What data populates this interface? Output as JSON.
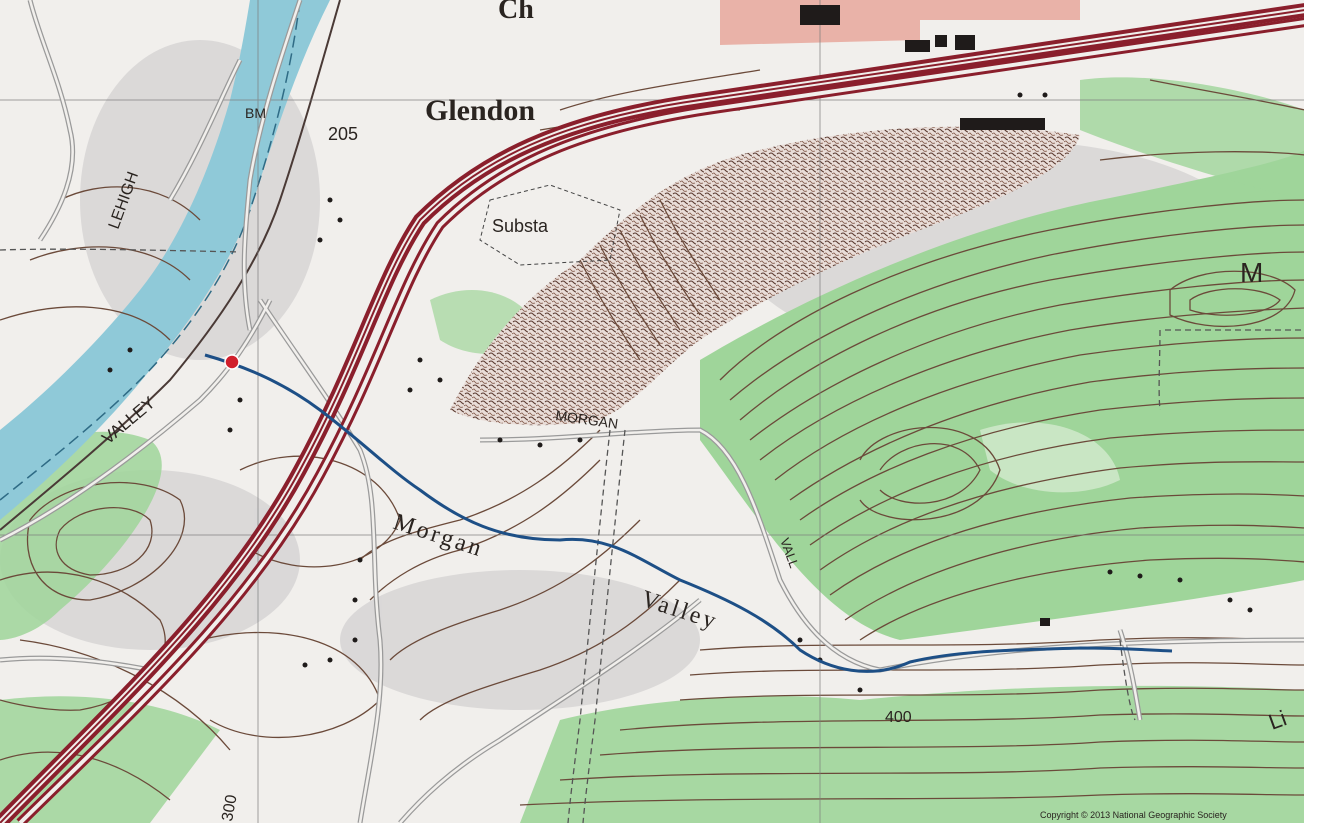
{
  "map": {
    "place_name": "Glendon",
    "partial_top_label": "Ch",
    "substation_label": "Substa",
    "elevation_label_bm": "205",
    "bm_label": "BM",
    "river_label_lehigh": "LEHIGH",
    "valley_label": "VALLEY",
    "morgan_label_road": "MORGAN",
    "morgan_valley_word1": "Morgan",
    "morgan_valley_word2": "Valley",
    "contour_elevation_400": "400",
    "contour_elevation_300": "300",
    "partial_right_label": "M",
    "partial_vall_label": "VALL",
    "partial_right_edge": "Li",
    "copyright_text": "Copyright © 2013 National Geographic Society",
    "colors": {
      "paper": "#f1efec",
      "woodland_green": "#9fd59a",
      "contour_brown": "#6b4a3a",
      "highway_red": "#8a1f2c",
      "river_blue": "#8fc9d8",
      "stream_trace": "#1d4f86",
      "point_marker": "#d01f2c",
      "urban_tint": "#e9b2a8",
      "quarry_brown": "#5a3a30"
    }
  }
}
